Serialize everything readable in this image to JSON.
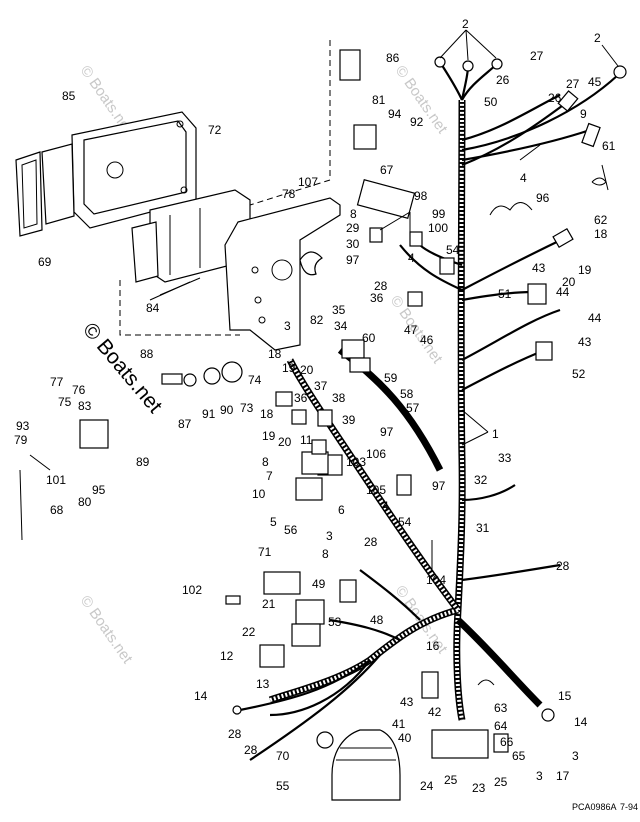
{
  "watermarks": [
    "© Boats.net",
    "© Boats.net",
    "© Boats.net",
    "© Boats.net",
    "© Boats.net"
  ],
  "watermark_main": "© Boats.net",
  "footer": {
    "code": "PCA0986A",
    "date": "7-94"
  },
  "callouts": [
    "2",
    "2",
    "27",
    "26",
    "27",
    "45",
    "50",
    "26",
    "86",
    "81",
    "85",
    "72",
    "94",
    "92",
    "67",
    "9",
    "61",
    "4",
    "107",
    "78",
    "98",
    "96",
    "62",
    "69",
    "8",
    "29",
    "99",
    "100",
    "30",
    "54",
    "18",
    "4",
    "97",
    "28",
    "43",
    "19",
    "20",
    "51",
    "44",
    "84",
    "35",
    "36",
    "34",
    "47",
    "46",
    "44",
    "43",
    "82",
    "3",
    "60",
    "88",
    "52",
    "18",
    "19",
    "20",
    "59",
    "58",
    "57",
    "77",
    "76",
    "75",
    "83",
    "74",
    "37",
    "38",
    "39",
    "36",
    "93",
    "79",
    "87",
    "91",
    "90",
    "73",
    "18",
    "19",
    "20",
    "11",
    "97",
    "1",
    "89",
    "101",
    "95",
    "80",
    "8",
    "7",
    "103",
    "106",
    "105",
    "33",
    "97",
    "32",
    "10",
    "4",
    "54",
    "68",
    "5",
    "56",
    "6",
    "31",
    "3",
    "28",
    "8",
    "104",
    "71",
    "28",
    "102",
    "49",
    "21",
    "48",
    "53",
    "22",
    "12",
    "16",
    "13",
    "63",
    "14",
    "42",
    "64",
    "28",
    "28",
    "43",
    "41",
    "40",
    "66",
    "15",
    "14",
    "70",
    "65",
    "3",
    "17",
    "3",
    "55",
    "24",
    "25",
    "23",
    "25"
  ]
}
